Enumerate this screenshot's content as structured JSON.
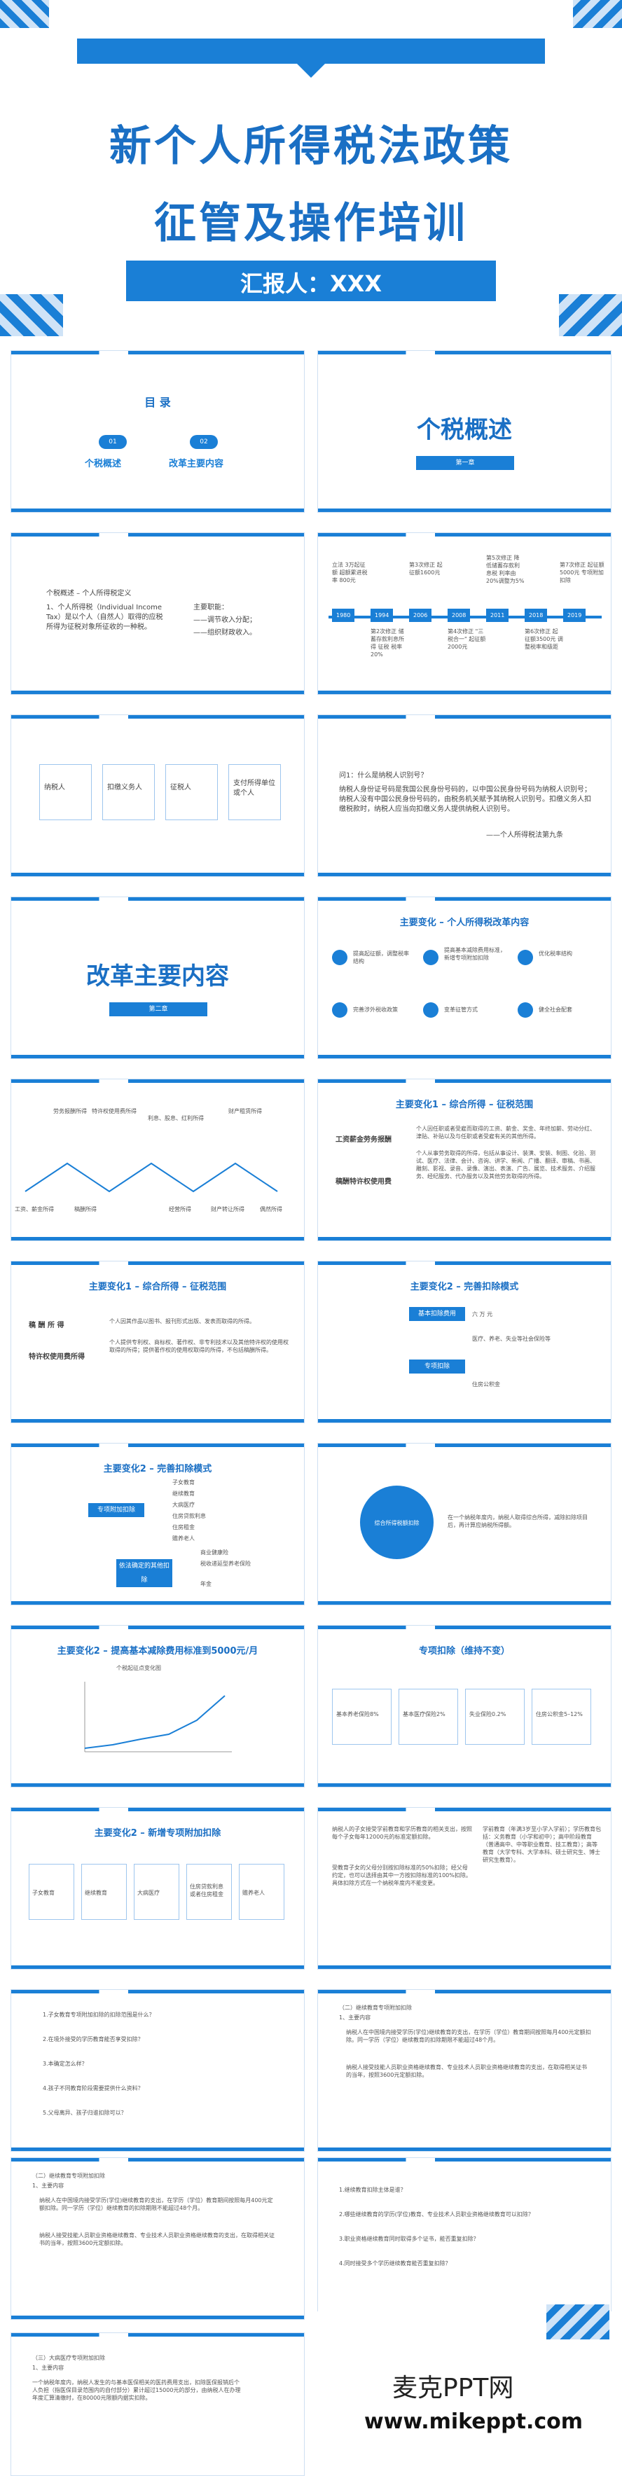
{
  "cover": {
    "title_line1": "新个人所得税法政策",
    "title_line2": "征管及操作培训",
    "reporter": "汇报人：XXX"
  },
  "toc": {
    "title": "目 录",
    "items": [
      {
        "num": "01",
        "label": "个税概述"
      },
      {
        "num": "02",
        "label": "改革主要内容"
      }
    ]
  },
  "section1": {
    "title": "个税概述",
    "chapter": "第一章"
  },
  "section2": {
    "title": "改革主要内容",
    "chapter": "第二章"
  },
  "def_slide": {
    "heading": "个税概述 – 个人所得税定义",
    "body": "1、个人所得税（Individual Income Tax）是以个人（自然人）取得的应税所得为征税对象所征收的一种税。",
    "sub_title": "主要职能：",
    "sub1": "——调节收入分配；",
    "sub2": "——组织财政收入。"
  },
  "timeline": {
    "years": [
      "1980",
      "1994",
      "2006",
      "2008",
      "2011",
      "2018",
      "2019"
    ],
    "notes": [
      "立法 3万起征额 超额累进税率 800元",
      "第2次修正 储蓄存款利息所得 征税 税率20%",
      "第3次修正 起征额1600元",
      "第4次修正 \"三税合一\" 起征额2000元",
      "第5次修正 降低储蓄存款利息税 利率由20%调整为5%",
      "第6次修正 起征额3500元 调整税率和级距",
      "第7次修正 起征额5000元 专项附加扣除"
    ]
  },
  "taxpayer_slide": {
    "items": [
      "纳税人",
      "扣缴义务人",
      "征税人",
      "支付所得单位或个人"
    ]
  },
  "qa_slide": {
    "q": "问1：什么是纳税人识别号？",
    "a": "纳税人身份证号码是我国公民身份号码的，以中国公民身份号码为纳税人识别号；纳税人没有中国公民身份号码的，由税务机关赋予其纳税人识别号。扣缴义务人扣缴税款时，纳税人应当向扣缴义务人提供纳税人识别号。",
    "source": "——个人所得税法第九条"
  },
  "change_overview": {
    "title": "主要变化 – 个人所得税改革内容",
    "items": [
      "提高起征额，调整税率结构",
      "提高基本减除费用标准，新增专项附加扣除",
      "优化税率结构",
      "完善涉外税收政策",
      "变革征管方式",
      "健全社会配套"
    ]
  },
  "change1": {
    "title": "主要变化1 – 综合所得 – 征税范围",
    "nodes": [
      "工资、薪金所得",
      "劳务报酬所得",
      "特许权使用费所得",
      "稿酬所得",
      "利息、股息、红利所得",
      "财产租赁所得",
      "经营所得",
      "财产转让所得",
      "偶然所得"
    ]
  },
  "change1b": {
    "title": "主要变化1 – 综合所得 – 征税范围",
    "left1": "工资薪金劳务报酬",
    "left2": "稿酬特许权使用费",
    "text1": "个人因任职或者受雇而取得的工资、薪金、奖金、年终加薪、劳动分红、津贴、补贴以及与任职或者受雇有关的其他所得。",
    "text2": "个人从事劳务取得的所得，包括从事设计、装潢、安装、制图、化验、测试、医疗、法律、会计、咨询、讲学、新闻、广播、翻译、审稿、书画、雕刻、影视、录音、录像、演出、表演、广告、展览、技术服务、介绍服务、经纪服务、代办服务以及其他劳务取得的所得。"
  },
  "change1c": {
    "title": "主要变化1 – 综合所得 – 征税范围",
    "left1": "稿 酬 所 得",
    "left2": "特许权使用费所得",
    "text1": "个人因其作品以图书、报刊形式出版、发表而取得的所得。",
    "text2": "个人提供专利权、商标权、著作权、非专利技术以及其他特许权的使用权取得的所得；提供著作权的使用权取得的所得，不包括稿酬所得。"
  },
  "change2": {
    "title": "主要变化2 – 完善扣除模式",
    "b1": "基本扣除费用",
    "b1_val": "六 万 元",
    "b2": "专项扣除",
    "b2_items": "医疗、养老、失业等社会保险等",
    "b3": "住房公积金"
  },
  "change2b": {
    "title": "主要变化2 – 完善扣除模式",
    "left1": "专项附加扣除",
    "left2": "依法确定的其他扣除",
    "items": [
      "子女教育",
      "继续教育",
      "大病医疗",
      "住房贷款利息",
      "住房租金",
      "赡养老人"
    ],
    "items2": [
      "商业健康险",
      "税收递延型养老保险",
      "年金"
    ]
  },
  "change2c": {
    "circle": "综合所得税额扣除",
    "text": "在一个纳税年度内，纳税人取得综合所得，减除扣除项目后，再计算应纳税所得额。"
  },
  "change3": {
    "title": "主要变化2 – 提高基本减除费用标准到5000元/月",
    "chart_title": "个税起征点变化图"
  },
  "special": {
    "title": "专项扣除（维持不变）",
    "items": [
      {
        "name": "基本养老保险",
        "val": "8%"
      },
      {
        "name": "基本医疗保险",
        "val": "2%"
      },
      {
        "name": "失业保险",
        "val": "0.2%"
      },
      {
        "name": "住房公积金",
        "val": "5–12%"
      }
    ]
  },
  "new_items": {
    "title": "主要变化2 – 新增专项附加扣除",
    "items": [
      "子女教育",
      "继续教育",
      "大病医疗",
      "住房贷款利息或者住房租金",
      "赡养老人"
    ]
  },
  "edu_slide": {
    "p1": "纳税人的子女接受学前教育和学历教育的相关支出，按照每个子女每年12000元的标准定额扣除。",
    "p2": "受教育子女的父母分别按扣除标准的50%扣除；经父母约定，也可以选择由其中一方按扣除标准的100%扣除。具体扣除方式在一个纳税年度内不能变更。",
    "r": "学前教育（年满3岁至小学入学前）；学历教育包括：义务教育（小学和初中）；高中阶段教育（普通高中、中等职业教育、技工教育）；高等教育（大学专科、大学本科、硕士研究生、博士研究生教育）。"
  },
  "questions": {
    "items": [
      "1.子女教育专项附加扣除的扣除范围是什么？",
      "2.在境外接受的学历教育能否享受扣除？",
      "3.本确定怎么样？",
      "4.孩子不同教育阶段需要提供什么资料？",
      "5.父母离异、孩子归谁扣除可以？"
    ]
  },
  "cont_edu": {
    "heading": "（二）继续教育专项附加扣除",
    "sub": "1、主要内容",
    "p1": "纳税人在中国境内接受学历(学位)继续教育的支出，在学历（学位）教育期间按照每月400元定额扣除。同一学历（学位）继续教育的扣除期限不能超过48个月。",
    "p2": "纳税人接受技能人员职业资格继续教育、专业技术人员职业资格继续教育的支出，在取得相关证书的当年，按照3600元定额扣除。"
  },
  "cont_edu_q": {
    "items": [
      "1.继续教育扣除主体是谁？",
      "2.哪些继续教育的学历(学位)教育、专业技术人员职业资格继续教育可以扣除？",
      "3.职业资格继续教育同时取得多个证书，能否重复扣除？",
      "4.同时接受多个学历继续教育能否重复扣除？"
    ]
  },
  "illness": {
    "heading": "（三）大病医疗专项附加扣除",
    "sub": "1、主要内容",
    "p1": "一个纳税年度内，纳税人发生的与基本医保相关的医药费用支出，扣除医保报销后个人负担（指医保目录范围内的自付部分）累计超过15000元的部分，由纳税人在办理年度汇算清缴时，在80000元限额内据实扣除。"
  },
  "footer": {
    "brand": "麦克PPT网",
    "url": "www.mikeppt.com"
  }
}
